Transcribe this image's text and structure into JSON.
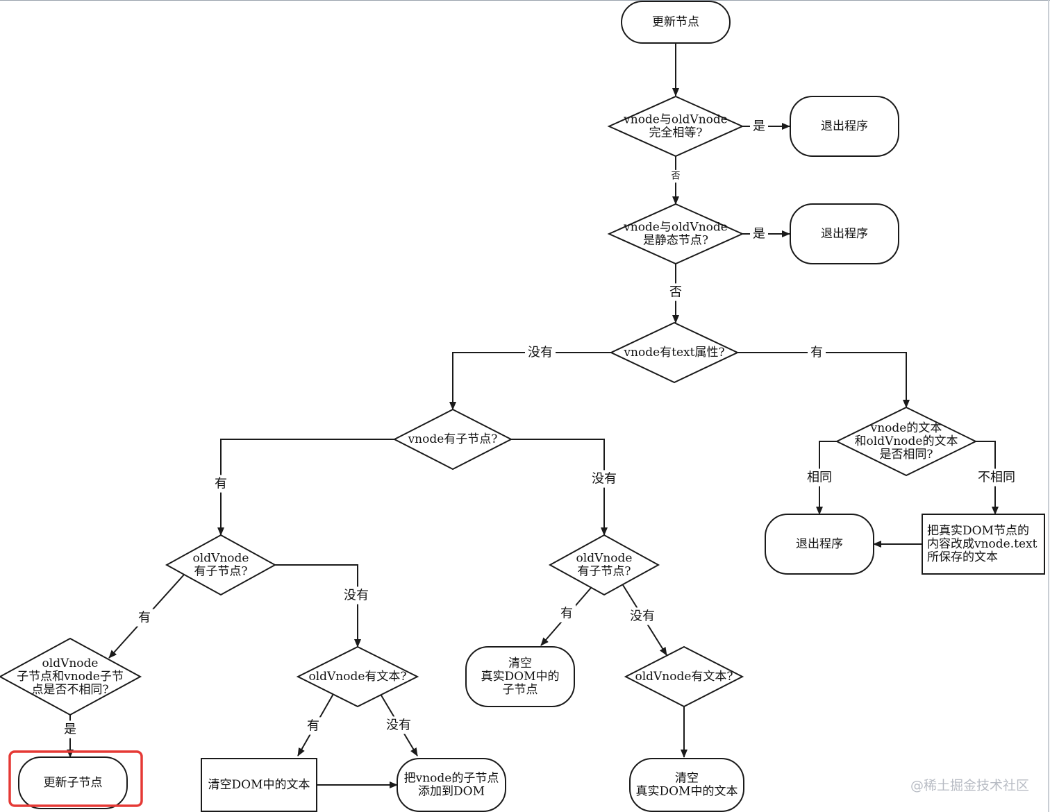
{
  "colors": {
    "stroke": "#1a1a1a",
    "highlight": "#e53935",
    "watermark": "#b8bcc4"
  },
  "watermark": "@稀土掘金技术社区",
  "nodes": [
    {
      "id": "n_update",
      "kind": "terminal",
      "lines": [
        "更新节点"
      ]
    },
    {
      "id": "d_same",
      "kind": "decision",
      "lines": [
        "vnode与oldVnode",
        "完全相等?"
      ]
    },
    {
      "id": "t_exit1",
      "kind": "terminal",
      "lines": [
        "退出程序"
      ]
    },
    {
      "id": "d_static",
      "kind": "decision",
      "lines": [
        "vnode与oldVnode",
        "是静态节点?"
      ]
    },
    {
      "id": "t_exit2",
      "kind": "terminal",
      "lines": [
        "退出程序"
      ]
    },
    {
      "id": "d_text",
      "kind": "decision",
      "lines": [
        "vnode有text属性?"
      ]
    },
    {
      "id": "d_vchild",
      "kind": "decision",
      "lines": [
        "vnode有子节点?"
      ]
    },
    {
      "id": "d_textsame",
      "kind": "decision",
      "lines": [
        "vnode的文本",
        "和oldVnode的文本",
        "是否相同?"
      ]
    },
    {
      "id": "t_exit3",
      "kind": "terminal",
      "lines": [
        "退出程序"
      ]
    },
    {
      "id": "p_settext",
      "kind": "process",
      "lines": [
        "把真实DOM节点的",
        "内容改成vnode.text",
        "所保存的文本"
      ]
    },
    {
      "id": "d_oldchild1",
      "kind": "decision",
      "lines": [
        "oldVnode",
        "有子节点?"
      ]
    },
    {
      "id": "d_oldchild2",
      "kind": "decision",
      "lines": [
        "oldVnode",
        "有子节点?"
      ]
    },
    {
      "id": "d_childdiff",
      "kind": "decision",
      "lines": [
        "oldVnode",
        "子节点和vnode子节",
        "点是否不相同?"
      ]
    },
    {
      "id": "d_oldtext1",
      "kind": "decision",
      "lines": [
        "oldVnode有文本?"
      ]
    },
    {
      "id": "t_clearchild",
      "kind": "terminal",
      "lines": [
        "清空",
        "真实DOM中的",
        "子节点"
      ]
    },
    {
      "id": "d_oldtext2",
      "kind": "decision",
      "lines": [
        "oldVnode有文本?"
      ]
    },
    {
      "id": "t_updatechild",
      "kind": "terminal",
      "lines": [
        "更新子节点"
      ]
    },
    {
      "id": "p_cleartext",
      "kind": "process",
      "lines": [
        "清空DOM中的文本"
      ]
    },
    {
      "id": "t_addchild",
      "kind": "terminal",
      "lines": [
        "把vnode的子节点",
        "添加到DOM"
      ]
    },
    {
      "id": "t_cleartext2",
      "kind": "terminal",
      "lines": [
        "清空",
        "真实DOM中的文本"
      ]
    }
  ],
  "edges": [
    {
      "id": "e1",
      "label": ""
    },
    {
      "id": "e2",
      "label": "是"
    },
    {
      "id": "e3",
      "label": "否"
    },
    {
      "id": "e4",
      "label": "是"
    },
    {
      "id": "e5",
      "label": "否"
    },
    {
      "id": "e6",
      "label": "没有"
    },
    {
      "id": "e7",
      "label": "有"
    },
    {
      "id": "e8",
      "label": "相同"
    },
    {
      "id": "e9",
      "label": "不相同"
    },
    {
      "id": "e10",
      "label": ""
    },
    {
      "id": "e11",
      "label": "有"
    },
    {
      "id": "e12",
      "label": "没有"
    },
    {
      "id": "e13",
      "label": "有"
    },
    {
      "id": "e14",
      "label": "没有"
    },
    {
      "id": "e15",
      "label": "有"
    },
    {
      "id": "e16",
      "label": "没有"
    },
    {
      "id": "e17",
      "label": "是"
    },
    {
      "id": "e18",
      "label": "有"
    },
    {
      "id": "e19",
      "label": "没有"
    },
    {
      "id": "e20",
      "label": ""
    },
    {
      "id": "e21",
      "label": ""
    }
  ]
}
